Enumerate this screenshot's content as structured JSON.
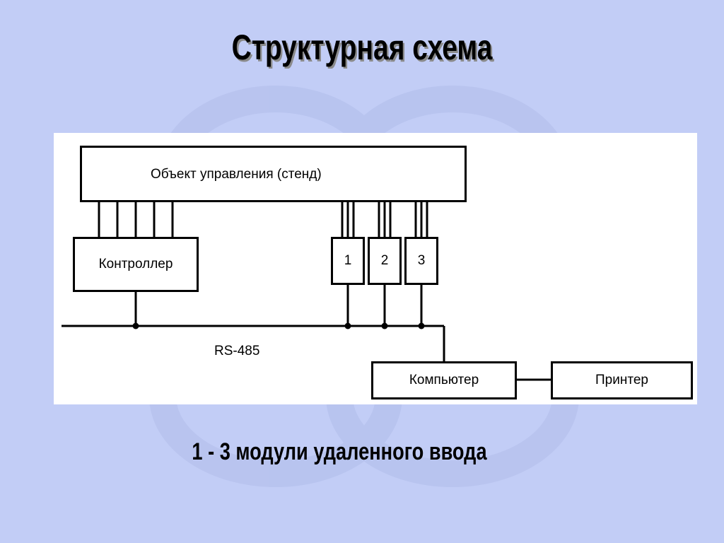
{
  "title": "Структурная схема",
  "diagram": {
    "object_label": "Объект управления (стенд)",
    "controller_label": "Контроллер",
    "modules": [
      "1",
      "2",
      "3"
    ],
    "bus_label": "RS-485",
    "computer_label": "Компьютер",
    "printer_label": "Принтер"
  },
  "caption": "1 - 3 модули удаленного ввода",
  "colors": {
    "background": "#c2cdf6",
    "panel": "#ffffff",
    "line": "#000000"
  }
}
